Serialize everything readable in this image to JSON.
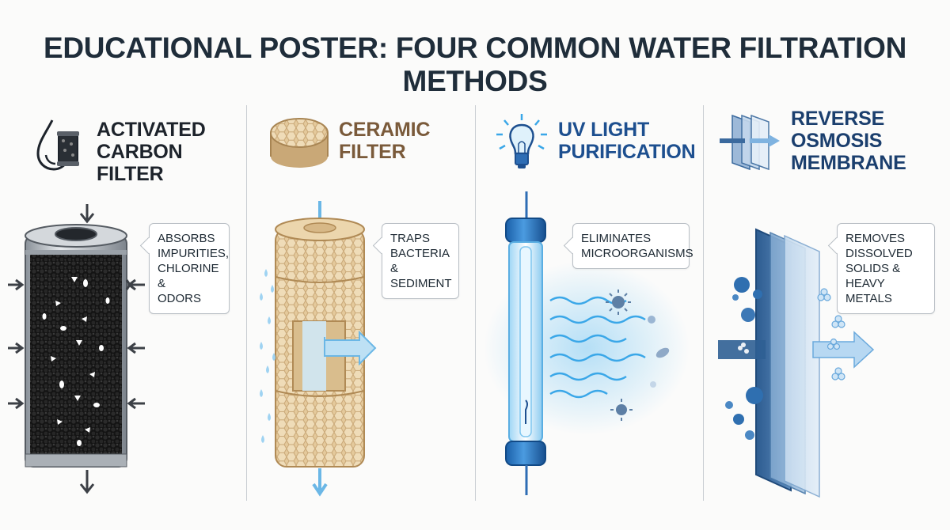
{
  "poster": {
    "title": "EDUCATIONAL POSTER: FOUR COMMON WATER FILTRATION METHODS"
  },
  "colors": {
    "title": "#1f2d3a",
    "carbon_title": "#1d232b",
    "ceramic_title": "#7a5a3a",
    "uv_title": "#1d4f8f",
    "ro_title": "#1b3f6e",
    "ceramic_body": "#e8cfa3",
    "uv_glow": "#3aa7e8",
    "ro_membrane": "#3b6a9e"
  },
  "methods": [
    {
      "id": "carbon",
      "icon": "water-drop-filter-icon",
      "title_line1": "ACTIVATED",
      "title_line2": "CARBON FILTER",
      "callout": "ABSORBS\nIMPURITIES,\nCHLORINE &\nODORS"
    },
    {
      "id": "ceramic",
      "icon": "ceramic-disc-icon",
      "title_line1": "CERAMIC",
      "title_line2": "FILTER",
      "callout": "TRAPS\nBACTERIA &\nSEDIMENT"
    },
    {
      "id": "uv",
      "icon": "uv-bulb-icon",
      "title_line1": "UV LIGHT",
      "title_line2": "PURIFICATION",
      "callout": "ELIMINATES\nMICROORGANISMS"
    },
    {
      "id": "ro",
      "icon": "membrane-layers-icon",
      "title_line1": "REVERSE",
      "title_line2": "OSMOSIS",
      "title_line3": "MEMBRANE",
      "callout": "REMOVES\nDISSOLVED\nSOLIDS &\nHEAVY METALS"
    }
  ]
}
